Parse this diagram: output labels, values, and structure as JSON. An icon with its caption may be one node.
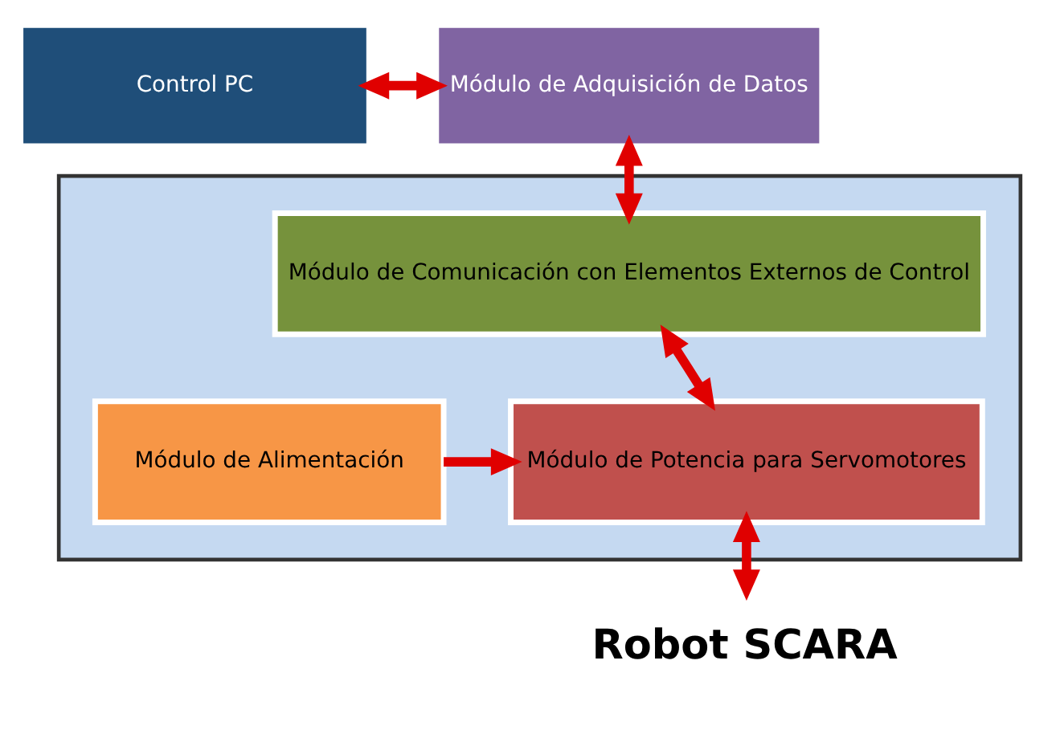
{
  "diagram": {
    "nodes": [
      {
        "text": [
          "Control PC"
        ]
      },
      {
        "text": [
          "Módulo de Adquisición de Datos"
        ]
      },
      {
        "text": [],
        "shape": "box"
      },
      {
        "text": [
          "Módulo de Comunicación con Elementos Externos de Control"
        ],
        "in": 2
      },
      {
        "text": [
          "Módulo de Alimentación"
        ],
        "in": 2
      },
      {
        "text": [
          "Módulo de Potencia para Servomotores"
        ],
        "in": 2
      },
      {
        "text": [
          "Robot SCARA"
        ]
      }
    ],
    "edges": [
      {
        "from": 0,
        "to": 1,
        "arrow": "both"
      },
      {
        "from": 1,
        "to": 3,
        "arrow": "both"
      },
      {
        "from": 3,
        "to": 5,
        "arrow": "both"
      },
      {
        "from": 4,
        "to": 5,
        "arrow": "to"
      },
      {
        "from": 5,
        "to": 6,
        "arrow": "both"
      }
    ]
  }
}
